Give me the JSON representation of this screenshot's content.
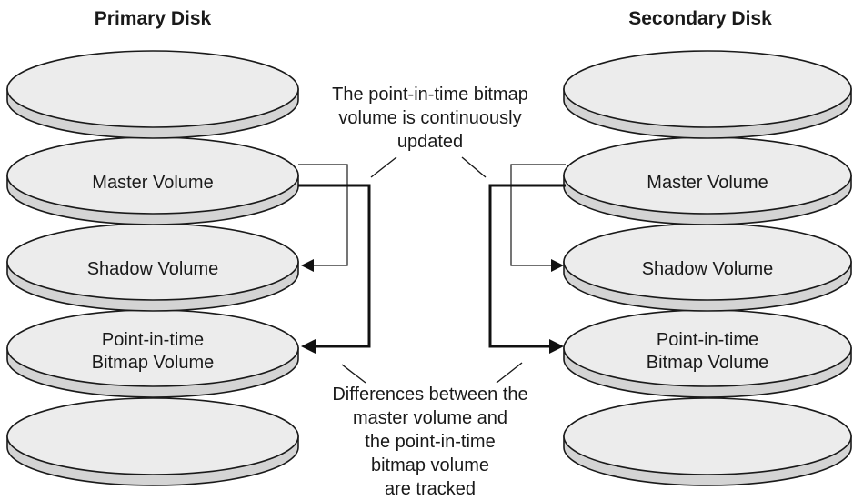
{
  "primary_disk": {
    "title": "Primary Disk",
    "volumes": [
      "",
      "Master Volume",
      "Shadow Volume",
      "Point-in-time Bitmap Volume",
      ""
    ]
  },
  "secondary_disk": {
    "title": "Secondary Disk",
    "volumes": [
      "",
      "Master Volume",
      "Shadow Volume",
      "Point-in-time Bitmap Volume",
      ""
    ]
  },
  "annotations": {
    "top": [
      "The point-in-time bitmap",
      "volume is continuously",
      "updated"
    ],
    "bottom": [
      "Differences between the",
      "master volume and",
      "the point-in-time",
      "bitmap volume",
      "are tracked"
    ]
  },
  "volume_lines": {
    "master": "Master Volume",
    "shadow": "Shadow Volume",
    "bitmap_line1": "Point-in-time",
    "bitmap_line2": "Bitmap Volume"
  }
}
